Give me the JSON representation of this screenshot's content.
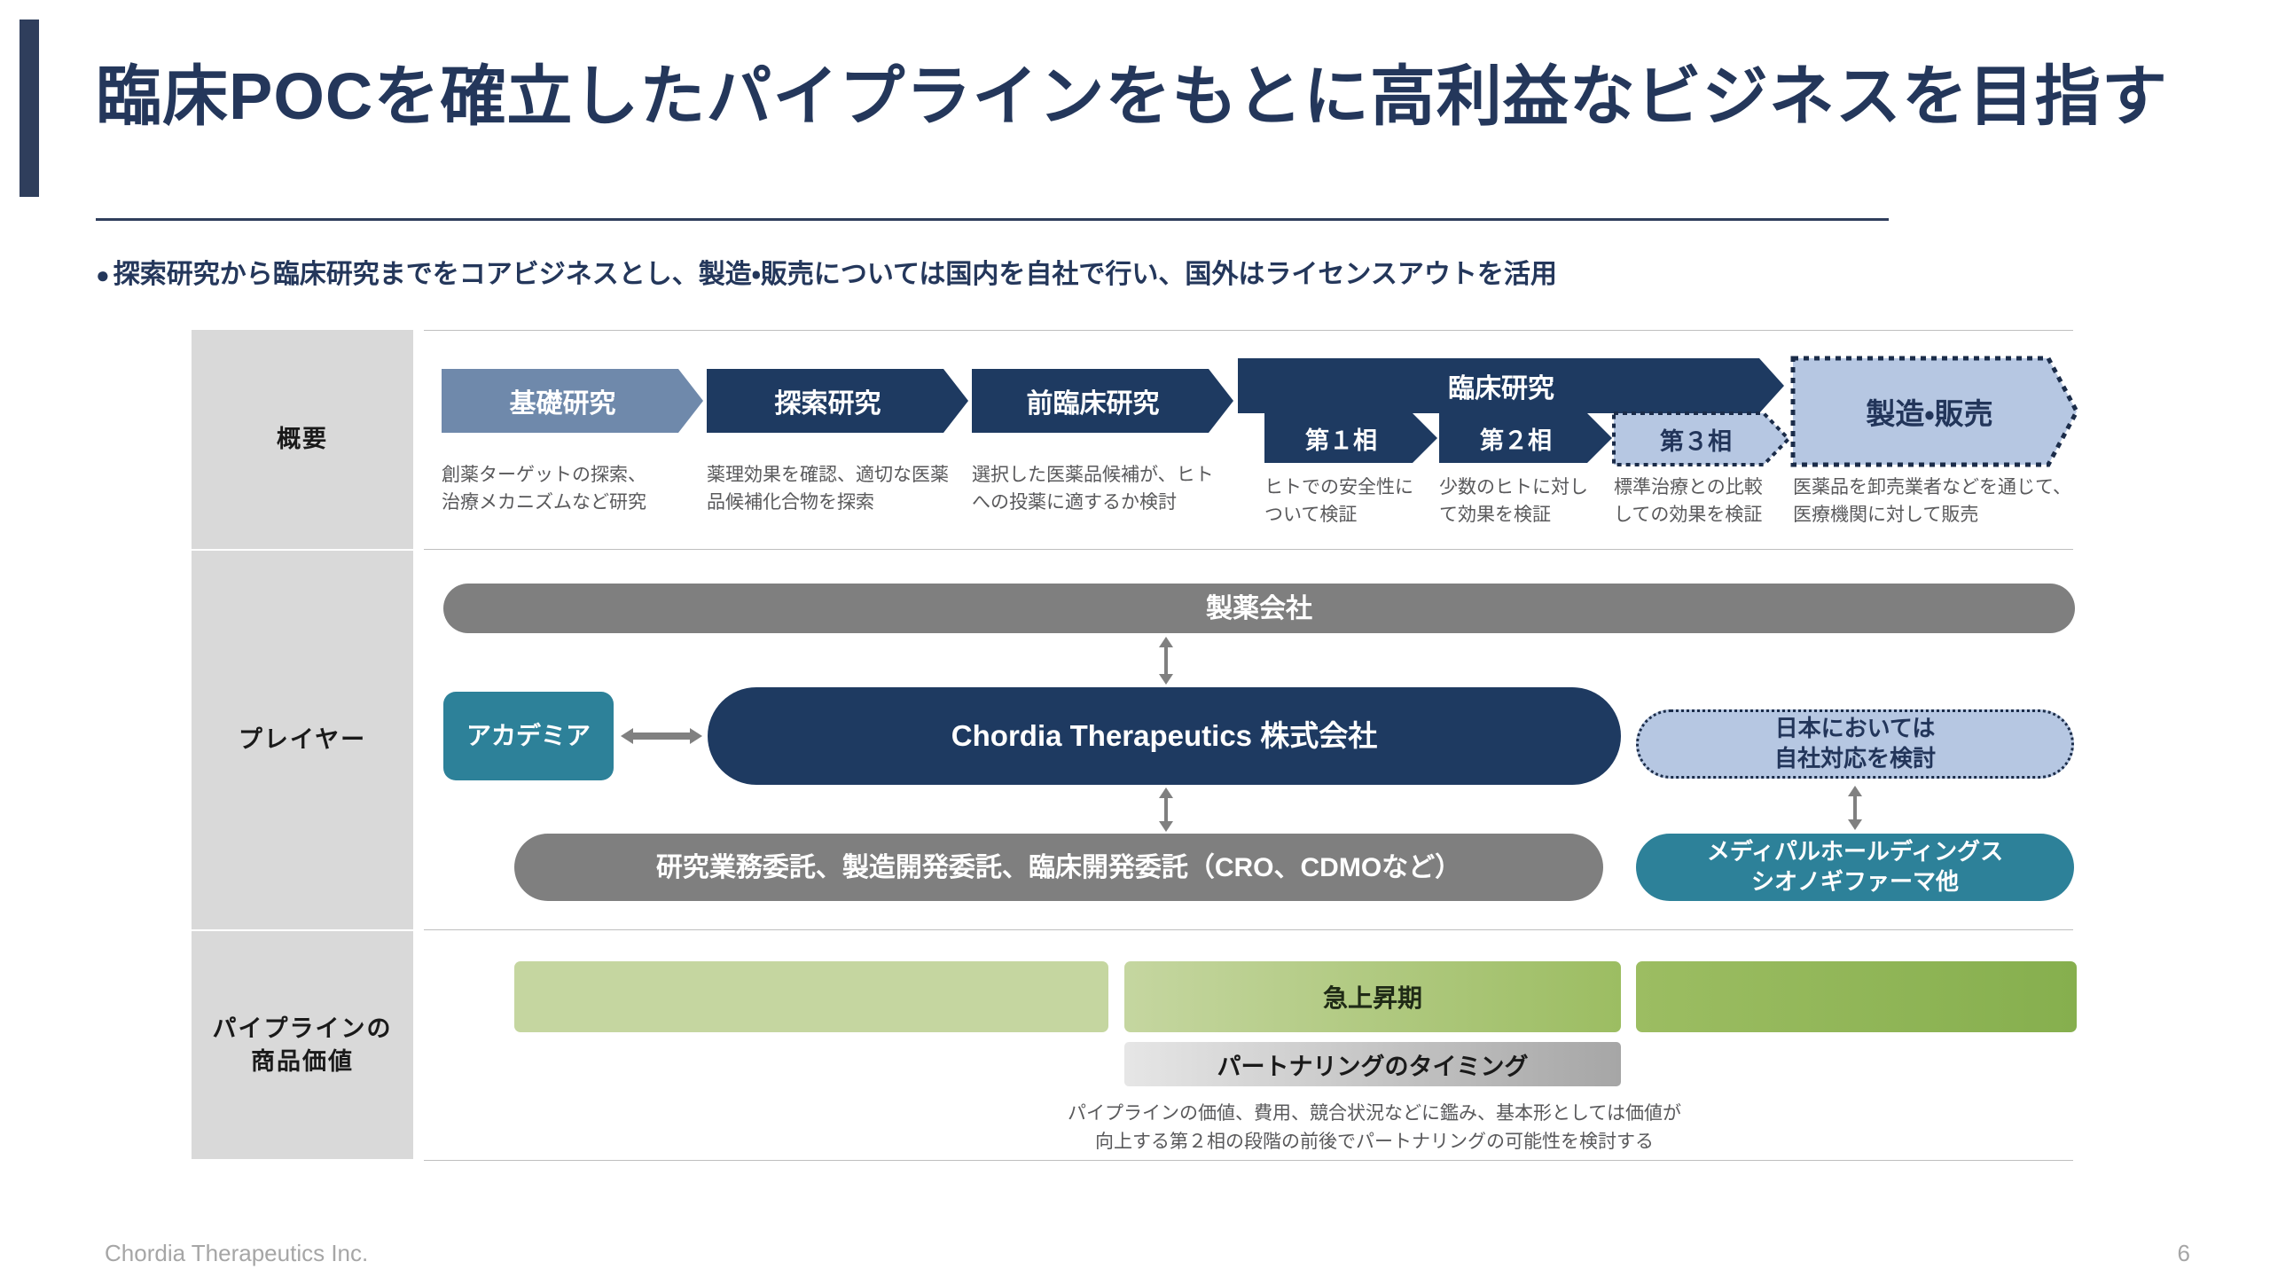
{
  "slide": {
    "title": "臨床POCを確立したパイプラインをもとに高利益なビジネスを目指す",
    "subtitle_bullet": "●",
    "subtitle": "探索研究から臨床研究までをコアビジネスとし、製造・販売については国内を自社で行い、国外はライセンスアウトを活用"
  },
  "rows": {
    "overview_label": "概要",
    "player_label": "プレイヤー",
    "pipeline_label": "パイプラインの\n商品価値"
  },
  "overview": {
    "stages": [
      {
        "name": "基礎研究",
        "desc": "創薬ターゲットの探索、\n治療メカニズムなど研究",
        "color": "#6f89ab",
        "style": "solid"
      },
      {
        "name": "探索研究",
        "desc": "薬理効果を確認、適切な医薬\n品候補化合物を探索",
        "color": "#1e3a61",
        "style": "solid"
      },
      {
        "name": "前臨床研究",
        "desc": "選択した医薬品候補が、ヒト\nへの投薬に適するか検討",
        "color": "#1e3a61",
        "style": "solid"
      }
    ],
    "clinical_band": "臨床研究",
    "phases": [
      {
        "name": "第１相",
        "desc": "ヒトでの安全性に\nついて検証",
        "color": "#1e3a61",
        "style": "solid"
      },
      {
        "name": "第２相",
        "desc": "少数のヒトに対し\nて効果を検証",
        "color": "#1e3a61",
        "style": "solid"
      },
      {
        "name": "第３相",
        "desc": "標準治療との比較\nしての効果を検証",
        "color": "#b6c7e2",
        "style": "dotted"
      }
    ],
    "manufacturing": {
      "name": "製造・販売",
      "desc": "医薬品を卸売業者などを通じて、\n医療機関に対して販売",
      "color": "#b6c7e2",
      "style": "dotted"
    }
  },
  "players": {
    "pharma": "製薬会社",
    "academia": "アカデミア",
    "company": "Chordia Therapeutics 株式会社",
    "outsourcing": "研究業務委託、製造開発委託、臨床開発委託（CRO、CDMOなど）",
    "japan_note": "日本においては\n自社対応を検討",
    "distributors": "メディパルホールディングス\nシオノギファーマ他"
  },
  "pipeline_value": {
    "bars": [
      {
        "label": "",
        "fill": "#c5d6a0"
      },
      {
        "label": "急上昇期",
        "fill": "#9cbd62"
      },
      {
        "label": "",
        "fill": "#86af4e"
      }
    ],
    "timing_label": "パートナリングのタイミング",
    "timing_note": "パイプラインの価値、費用、競合状況などに鑑み、基本形としては価値が\n向上する第２相の段階の前後でパートナリングの可能性を検討する"
  },
  "footer": {
    "brand": "Chordia Therapeutics Inc.",
    "page": "6"
  },
  "colors": {
    "navy": "#1e3a61",
    "title_navy": "#24375b",
    "slate_blue": "#6f89ab",
    "light_blue": "#b6c7e2",
    "teal": "#2d8199",
    "gray": "#7f7f7f",
    "label_gray": "#d9d9d9",
    "green_light": "#c5d6a0",
    "green_mid": "#9cbd62",
    "green_dark": "#86af4e"
  }
}
